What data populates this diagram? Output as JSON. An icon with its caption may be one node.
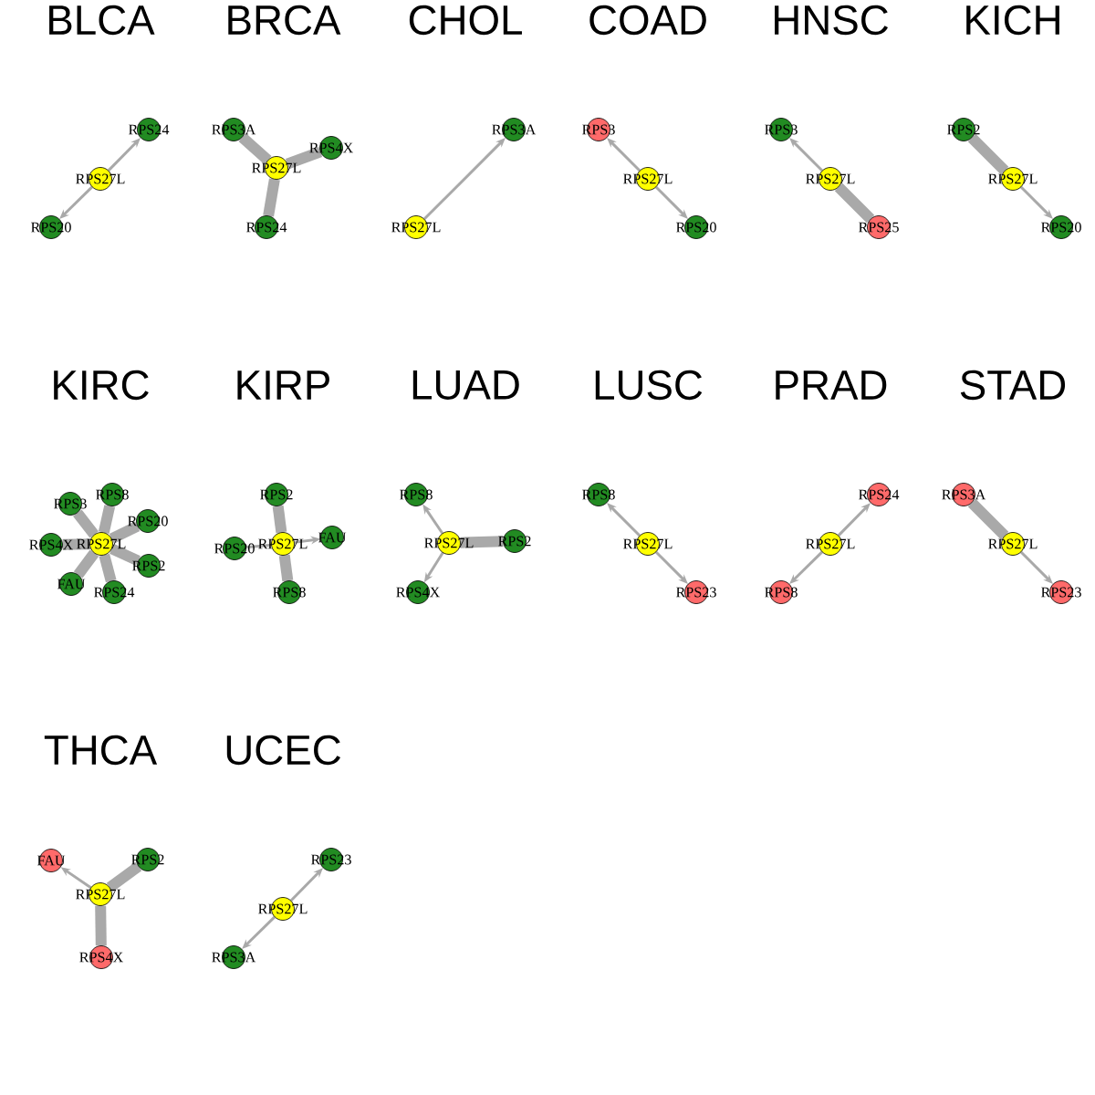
{
  "diagram": {
    "nodes": [
      {
        "text": [
          "RPS27L"
        ]
      },
      {
        "text": [
          "RPS24"
        ]
      },
      {
        "text": [
          "RPS20"
        ]
      },
      {
        "text": [
          "RPS27L"
        ]
      },
      {
        "text": [
          "RPS3A"
        ]
      },
      {
        "text": [
          "RPS4X"
        ]
      },
      {
        "text": [
          "RPS24"
        ]
      },
      {
        "text": [
          "RPS27L"
        ]
      },
      {
        "text": [
          "RPS3A"
        ]
      },
      {
        "text": [
          "RPS27L"
        ]
      },
      {
        "text": [
          "RPS3"
        ]
      },
      {
        "text": [
          "RPS20"
        ]
      },
      {
        "text": [
          "RPS27L"
        ]
      },
      {
        "text": [
          "RPS3"
        ]
      },
      {
        "text": [
          "RPS25"
        ]
      },
      {
        "text": [
          "RPS27L"
        ]
      },
      {
        "text": [
          "RPS2"
        ]
      },
      {
        "text": [
          "RPS20"
        ]
      },
      {
        "text": [
          "RPS27L"
        ]
      },
      {
        "text": [
          "RPS8"
        ]
      },
      {
        "text": [
          "RPS3"
        ]
      },
      {
        "text": [
          "RPS20"
        ]
      },
      {
        "text": [
          "RPS4X"
        ]
      },
      {
        "text": [
          "RPS2"
        ]
      },
      {
        "text": [
          "FAU"
        ]
      },
      {
        "text": [
          "RPS24"
        ]
      },
      {
        "text": [
          "RPS27L"
        ]
      },
      {
        "text": [
          "RPS2"
        ]
      },
      {
        "text": [
          "FAU"
        ]
      },
      {
        "text": [
          "RPS20"
        ]
      },
      {
        "text": [
          "RPS8"
        ]
      },
      {
        "text": [
          "RPS27L"
        ]
      },
      {
        "text": [
          "RPS8"
        ]
      },
      {
        "text": [
          "RPS2"
        ]
      },
      {
        "text": [
          "RPS4X"
        ]
      },
      {
        "text": [
          "RPS27L"
        ]
      },
      {
        "text": [
          "RPS8"
        ]
      },
      {
        "text": [
          "RPS23"
        ]
      },
      {
        "text": [
          "RPS27L"
        ]
      },
      {
        "text": [
          "RPS24"
        ]
      },
      {
        "text": [
          "RPS8"
        ]
      },
      {
        "text": [
          "RPS27L"
        ]
      },
      {
        "text": [
          "RPS3A"
        ]
      },
      {
        "text": [
          "RPS23"
        ]
      },
      {
        "text": [
          "RPS27L"
        ]
      },
      {
        "text": [
          "FAU"
        ]
      },
      {
        "text": [
          "RPS2"
        ]
      },
      {
        "text": [
          "RPS4X"
        ]
      },
      {
        "text": [
          "RPS27L"
        ]
      },
      {
        "text": [
          "RPS23"
        ]
      },
      {
        "text": [
          "RPS3A"
        ]
      }
    ],
    "edges": [
      {
        "from": 0,
        "to": 1,
        "arrow": "to"
      },
      {
        "from": 0,
        "to": 2,
        "arrow": "to"
      },
      {
        "from": 3,
        "to": 4,
        "arrow": "none",
        "style": "thick"
      },
      {
        "from": 3,
        "to": 5,
        "arrow": "none",
        "style": "thick"
      },
      {
        "from": 3,
        "to": 6,
        "arrow": "none",
        "style": "thick"
      },
      {
        "from": 7,
        "to": 8,
        "arrow": "to"
      },
      {
        "from": 9,
        "to": 10,
        "arrow": "to"
      },
      {
        "from": 9,
        "to": 11,
        "arrow": "to"
      },
      {
        "from": 12,
        "to": 13,
        "arrow": "to"
      },
      {
        "from": 12,
        "to": 14,
        "arrow": "none",
        "style": "thick"
      },
      {
        "from": 15,
        "to": 16,
        "arrow": "none",
        "style": "thick"
      },
      {
        "from": 15,
        "to": 17,
        "arrow": "to"
      },
      {
        "from": 18,
        "to": 19,
        "arrow": "none",
        "style": "thick"
      },
      {
        "from": 18,
        "to": 20,
        "arrow": "none",
        "style": "thick"
      },
      {
        "from": 18,
        "to": 21,
        "arrow": "none",
        "style": "thick"
      },
      {
        "from": 18,
        "to": 22,
        "arrow": "none",
        "style": "thick"
      },
      {
        "from": 18,
        "to": 23,
        "arrow": "none",
        "style": "thick"
      },
      {
        "from": 18,
        "to": 24,
        "arrow": "none",
        "style": "thick"
      },
      {
        "from": 18,
        "to": 25,
        "arrow": "none",
        "style": "thick"
      },
      {
        "from": 26,
        "to": 27,
        "arrow": "none",
        "style": "thick"
      },
      {
        "from": 26,
        "to": 28,
        "arrow": "to"
      },
      {
        "from": 26,
        "to": 29,
        "arrow": "none"
      },
      {
        "from": 26,
        "to": 30,
        "arrow": "none",
        "style": "thick"
      },
      {
        "from": 31,
        "to": 32,
        "arrow": "to"
      },
      {
        "from": 31,
        "to": 33,
        "arrow": "none",
        "style": "thick"
      },
      {
        "from": 31,
        "to": 34,
        "arrow": "to"
      },
      {
        "from": 35,
        "to": 36,
        "arrow": "to"
      },
      {
        "from": 35,
        "to": 37,
        "arrow": "to"
      },
      {
        "from": 38,
        "to": 39,
        "arrow": "to"
      },
      {
        "from": 38,
        "to": 40,
        "arrow": "to"
      },
      {
        "from": 41,
        "to": 42,
        "arrow": "none",
        "style": "thick"
      },
      {
        "from": 41,
        "to": 43,
        "arrow": "to"
      },
      {
        "from": 44,
        "to": 45,
        "arrow": "to"
      },
      {
        "from": 44,
        "to": 46,
        "arrow": "none",
        "style": "thick"
      },
      {
        "from": 44,
        "to": 47,
        "arrow": "none",
        "style": "thick"
      },
      {
        "from": 48,
        "to": 49,
        "arrow": "to"
      },
      {
        "from": 48,
        "to": 50,
        "arrow": "to"
      }
    ],
    "labels": [
      "BLCA",
      "BRCA",
      "CHOL",
      "COAD",
      "HNSC",
      "KICH",
      "KIRC",
      "KIRP",
      "LUAD",
      "LUSC",
      "PRAD",
      "STAD",
      "THCA",
      "UCEC"
    ]
  }
}
